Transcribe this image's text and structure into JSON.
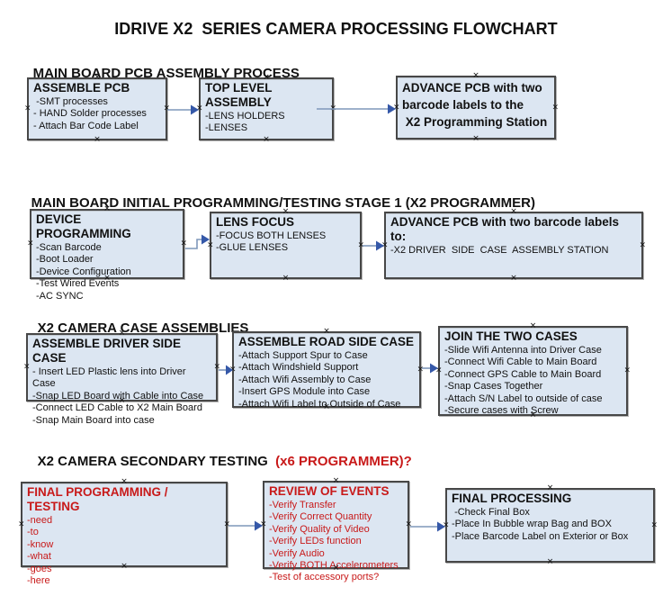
{
  "title": "IDRIVE X2  SERIES CAMERA PROCESSING FLOWCHART",
  "colors": {
    "box_fill": "#dce6f2",
    "box_border": "#474747",
    "arrow_line": "#7e97ba",
    "arrow_head": "#3558a8",
    "red_text": "#c81919",
    "text": "#111111"
  },
  "icons": {
    "handle": "×"
  },
  "sections": [
    {
      "heading": "MAIN BOARD PCB ASSEMBLY PROCESS",
      "boxes": [
        {
          "title": "ASSEMBLE PCB",
          "items": [
            " -SMT processes",
            "- HAND Solder processes",
            "- Attach Bar Code Label"
          ]
        },
        {
          "title": "TOP LEVEL ASSEMBLY",
          "items": [
            "-LENS HOLDERS",
            "-LENSES"
          ]
        },
        {
          "title": "ADVANCE PCB with two\nbarcode labels to the\n X2 Programming Station",
          "items": []
        }
      ]
    },
    {
      "heading": "MAIN BOARD INITIAL PROGRAMMING/TESTING STAGE 1 (X2 PROGRAMMER)",
      "boxes": [
        {
          "title": "DEVICE PROGRAMMING",
          "items": [
            "-Scan Barcode",
            "-Boot Loader",
            "-Device Configuration",
            "-Test Wired Events",
            "-AC SYNC"
          ]
        },
        {
          "title": "LENS FOCUS",
          "items": [
            "-FOCUS BOTH LENSES",
            "-GLUE LENSES"
          ]
        },
        {
          "title": "ADVANCE PCB with two barcode labels to:",
          "items": [
            "-X2 DRIVER  SIDE  CASE  ASSEMBLY STATION"
          ]
        }
      ]
    },
    {
      "heading": "X2 CAMERA CASE ASSEMBLIES",
      "boxes": [
        {
          "title": "ASSEMBLE DRIVER SIDE CASE",
          "items": [
            "- Insert LED Plastic lens into Driver Case",
            "-Snap LED Board with Cable into Case",
            "-Connect LED Cable to X2 Main Board",
            "-Snap Main Board into case"
          ]
        },
        {
          "title": "ASSEMBLE ROAD SIDE CASE",
          "items": [
            "-Attach Support Spur to Case",
            "-Attach Windshield Support",
            "-Attach Wifi Assembly to Case",
            "-Insert GPS Module into Case",
            "-Attach Wifi Label to Outside of Case"
          ]
        },
        {
          "title": "JOIN THE TWO CASES",
          "items": [
            "-Slide Wifi Antenna into Driver Case",
            "-Connect Wifi Cable to Main Board",
            "-Connect GPS Cable to Main Board",
            "-Snap Cases Together",
            "-Attach S/N Label to outside of case",
            "-Secure cases with Screw"
          ]
        }
      ]
    },
    {
      "heading": "X2 CAMERA SECONDARY TESTING  ",
      "heading_red": "(x6 PROGRAMMER)?",
      "boxes": [
        {
          "title": "FINAL PROGRAMMING / TESTING",
          "items": [
            "-need",
            "-to",
            "-know",
            "-what",
            "-goes",
            "-here"
          ]
        },
        {
          "title": "REVIEW OF EVENTS",
          "items": [
            "-Verify Transfer",
            "-Verify Correct Quantity",
            "-Verify Quality of Video",
            "-Verify LEDs function",
            "-Verify Audio",
            "-Verify BOTH Accelerometers",
            "-Test of accessory ports?"
          ]
        },
        {
          "title": "FINAL PROCESSING",
          "items": [
            " -Check Final Box",
            "-Place In Bubble wrap Bag and BOX",
            "-Place Barcode Label on Exterior or Box"
          ]
        }
      ]
    }
  ]
}
